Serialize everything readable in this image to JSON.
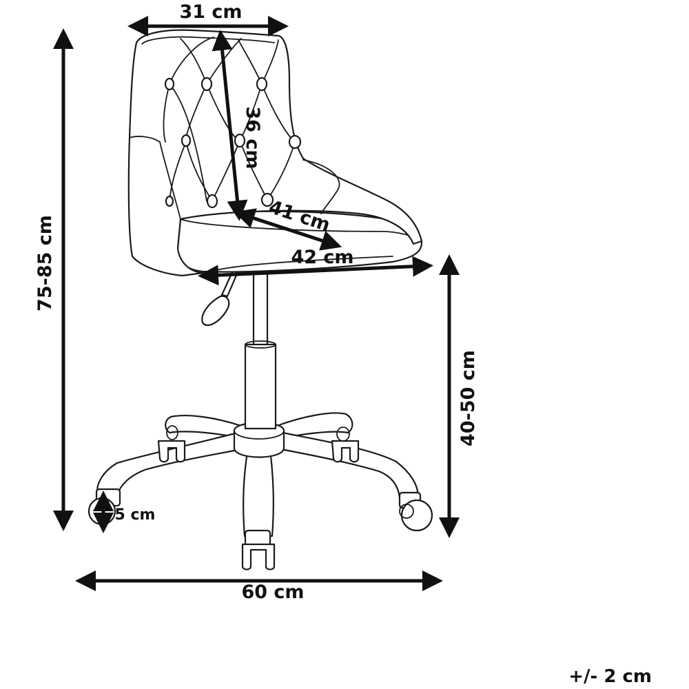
{
  "dimensions": {
    "backrest_width": "31 cm",
    "backrest_height": "36 cm",
    "seat_depth": "41 cm",
    "seat_width": "42 cm",
    "total_height": "75-85 cm",
    "seat_height": "40-50 cm",
    "caster_height": "5 cm",
    "base_width": "60 cm"
  },
  "tolerance": "+/- 2 cm",
  "colors": {
    "ink": "#1a1a1a",
    "background": "#ffffff"
  }
}
